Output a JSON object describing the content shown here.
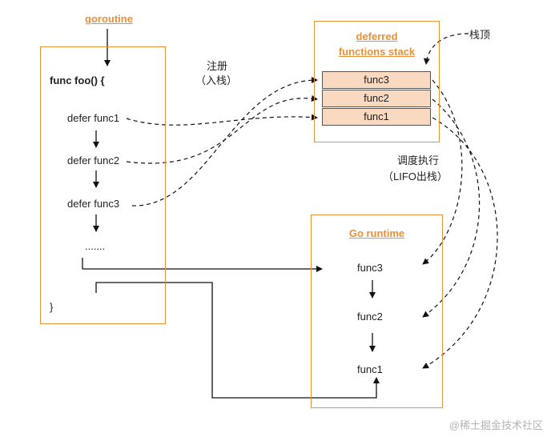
{
  "goroutine_label": "goroutine",
  "foo": {
    "header": "func foo() {",
    "defer1": "defer func1",
    "defer2": "defer func2",
    "defer3": "defer func3",
    "dots": ".......",
    "closing": "}"
  },
  "register_label_1": "注册",
  "register_label_2": "（入栈）",
  "stack": {
    "title_1": "deferred",
    "title_2": "functions stack",
    "top_label": "栈顶",
    "items": [
      "func3",
      "func2",
      "func1"
    ]
  },
  "schedule_label_1": "调度执行",
  "schedule_label_2": "（LIFO出栈）",
  "runtime": {
    "title": "Go runtime",
    "items": [
      "func3",
      "func2",
      "func1"
    ]
  },
  "watermark": "@稀土掘金技术社区",
  "colors": {
    "accent": "#e8913a",
    "stack_fill": "#f9d9c0"
  }
}
